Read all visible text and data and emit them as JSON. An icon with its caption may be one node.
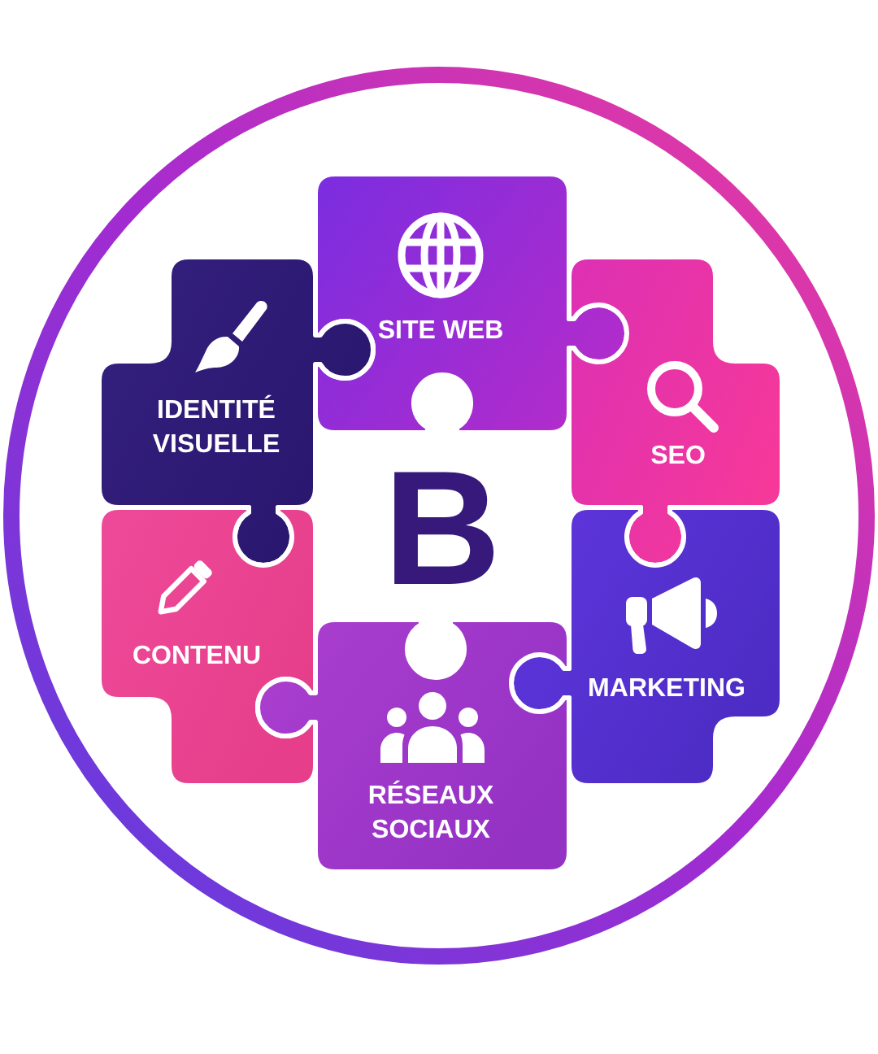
{
  "diagram": {
    "nodes": [
      {
        "text": [
          "SITE WEB"
        ]
      },
      {
        "text": [
          "IDENTITÉ VISUELLE"
        ]
      },
      {
        "text": [
          "SEO"
        ]
      },
      {
        "text": [
          "CONTENU"
        ]
      },
      {
        "text": [
          "MARKETING"
        ]
      },
      {
        "text": [
          "RÉSEAUX SOCIAUX"
        ]
      }
    ],
    "labels": [
      "B"
    ]
  }
}
